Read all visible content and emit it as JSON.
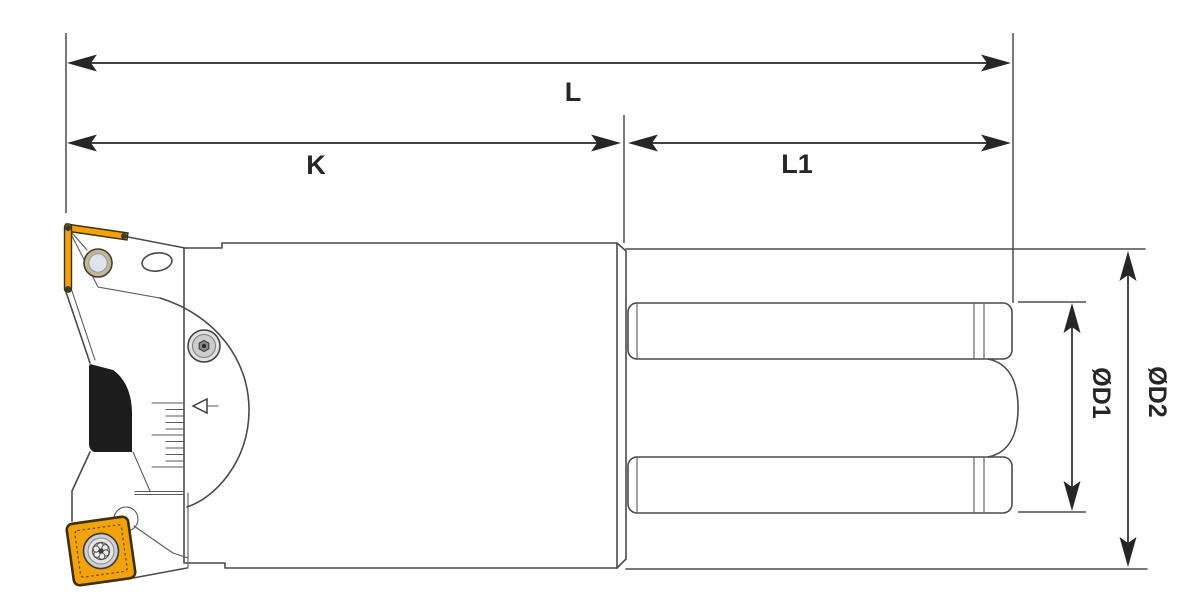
{
  "diagram": {
    "type": "technical-drawing",
    "subject": "indexable end mill side view",
    "dimensions": {
      "overall_length": {
        "label": "L"
      },
      "cutting_length": {
        "label": "K"
      },
      "shank_length": {
        "label": "L1"
      },
      "diameter_1": {
        "label": "ØD1"
      },
      "diameter_2": {
        "label": "ØD2"
      }
    },
    "colors": {
      "line": "#4a4a4a",
      "dimension": "#262626",
      "insert_gold": "#f2a30b",
      "insert_outline": "#3f3000",
      "pocket_black": "#1c1c1c",
      "screw_ring_tan": "#c6b68d",
      "screw_center_blue": "#dce4ee",
      "screw_gray": "#d2d2d2",
      "background": "#ffffff"
    }
  }
}
